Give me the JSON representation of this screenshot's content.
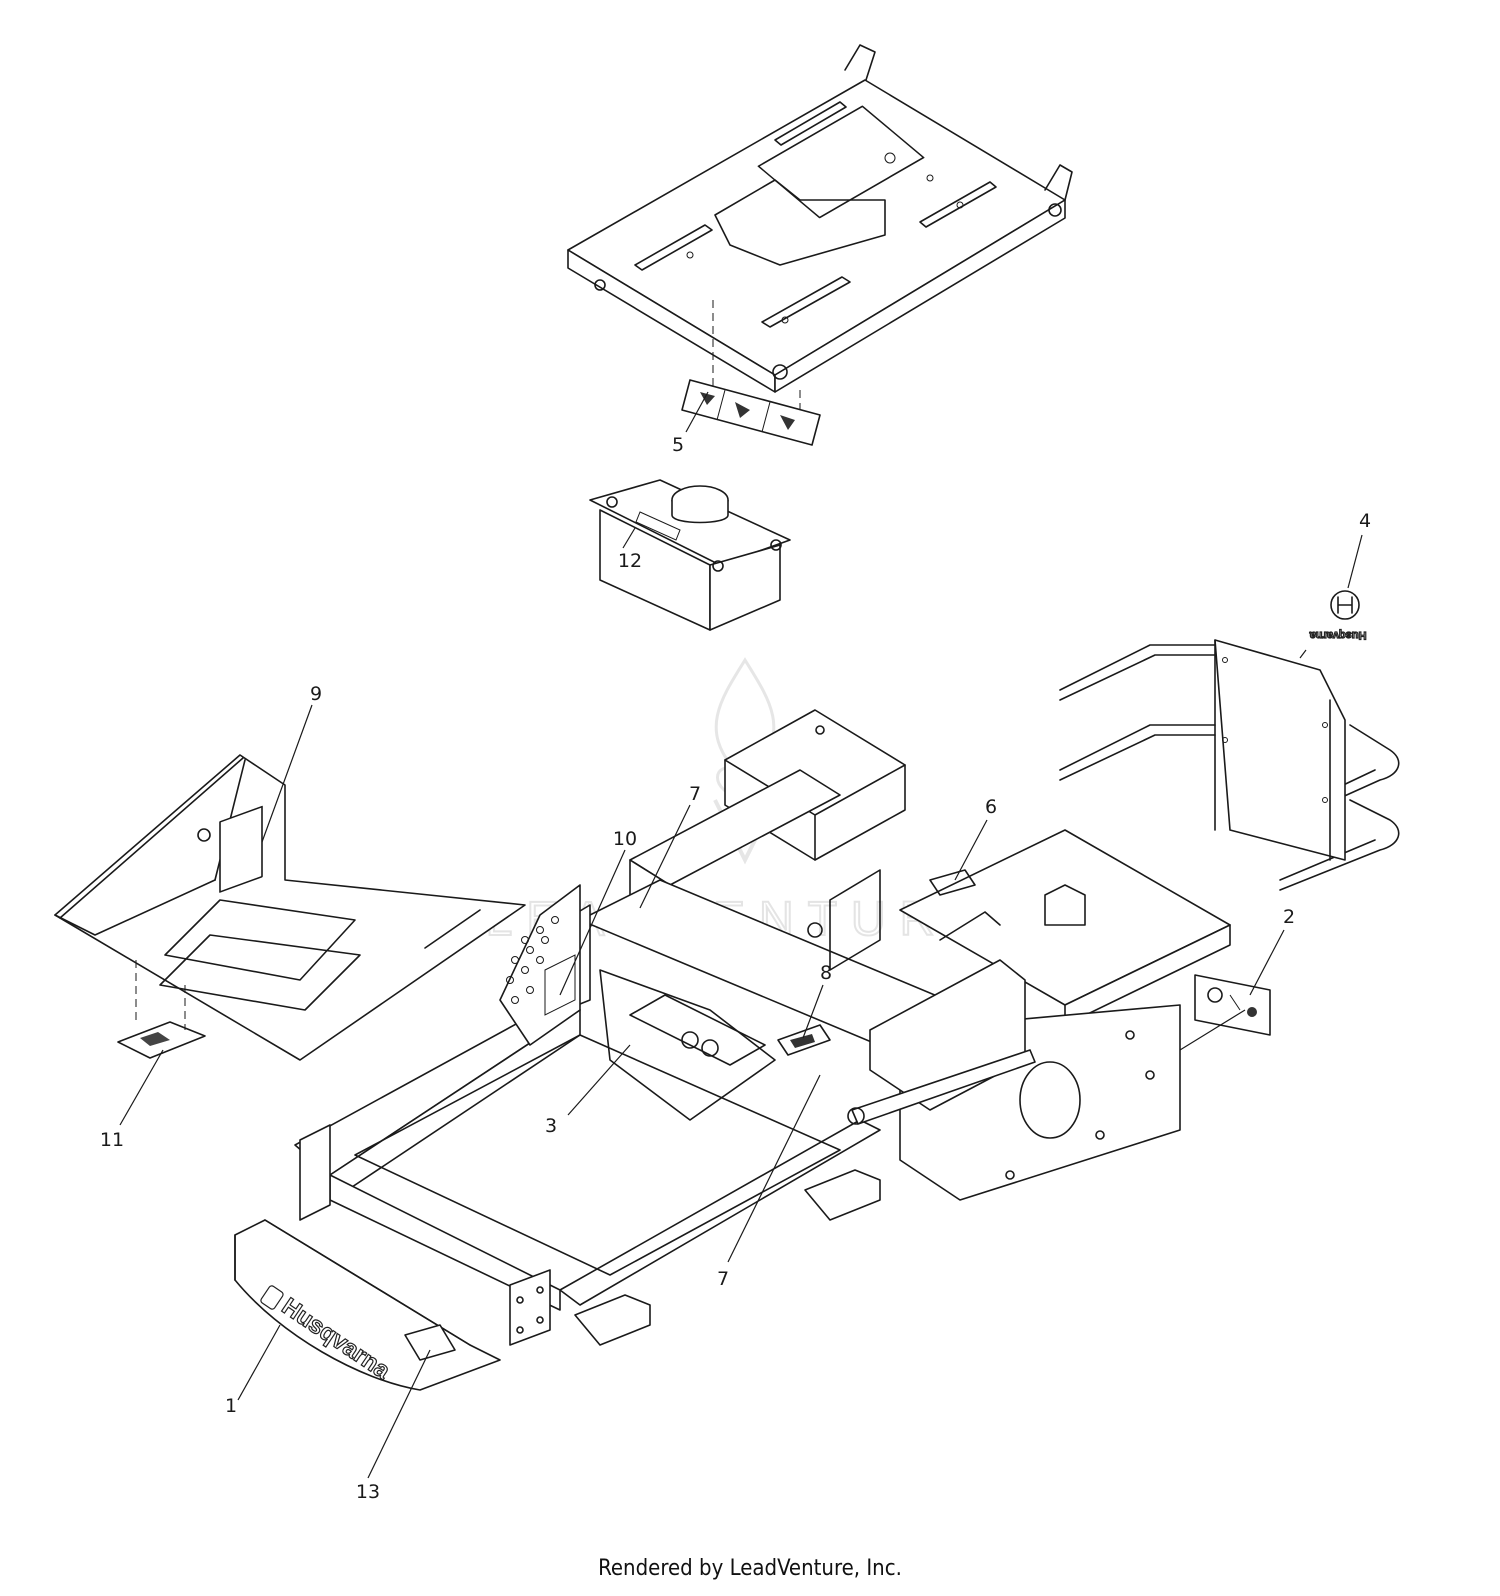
{
  "diagram": {
    "footer_credit": "Rendered by LeadVenture, Inc.",
    "watermark": "LEADVENTURE",
    "brand_text": "Husqvarna",
    "callouts": [
      {
        "id": "c1",
        "label": "1"
      },
      {
        "id": "c2",
        "label": "2"
      },
      {
        "id": "c3",
        "label": "3"
      },
      {
        "id": "c4",
        "label": "4"
      },
      {
        "id": "c5",
        "label": "5"
      },
      {
        "id": "c6",
        "label": "6"
      },
      {
        "id": "c7a",
        "label": "7"
      },
      {
        "id": "c7b",
        "label": "7"
      },
      {
        "id": "c8",
        "label": "8"
      },
      {
        "id": "c9",
        "label": "9"
      },
      {
        "id": "c10",
        "label": "10"
      },
      {
        "id": "c11",
        "label": "11"
      },
      {
        "id": "c12",
        "label": "12"
      },
      {
        "id": "c13",
        "label": "13"
      }
    ]
  }
}
